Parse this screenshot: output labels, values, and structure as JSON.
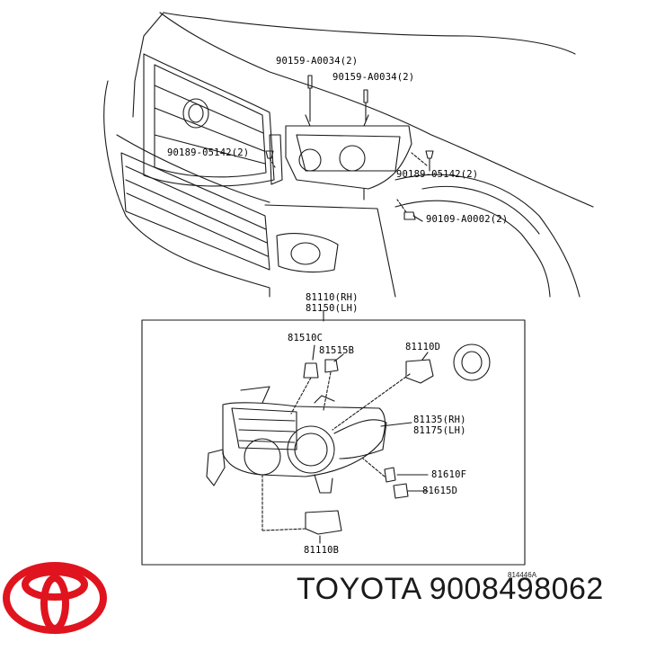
{
  "diagram": {
    "upper_labels": {
      "screw_a1": "90159-A0034(2)",
      "screw_a2": "90159-A0034(2)",
      "clip_left": "90189-05142(2)",
      "clip_right": "90189-05142(2)",
      "nut": "90109-A0002(2)",
      "assembly_rh": "81110(RH)",
      "assembly_lh": "81150(LH)"
    },
    "detail_labels": {
      "bulb_side": "81510C",
      "socket_side": "81515B",
      "bulb_main": "81110D",
      "housing_rh": "81135(RH)",
      "housing_lh": "81175(LH)",
      "bulb_turn": "81610F",
      "socket_turn": "81615D",
      "bulb_low": "81110B"
    },
    "figure_code": "814446A"
  },
  "footer": {
    "brand": "TOYOTA",
    "part_number": "9008498062"
  },
  "colors": {
    "line": "#1a1a1a",
    "logo": "#e0141e"
  }
}
